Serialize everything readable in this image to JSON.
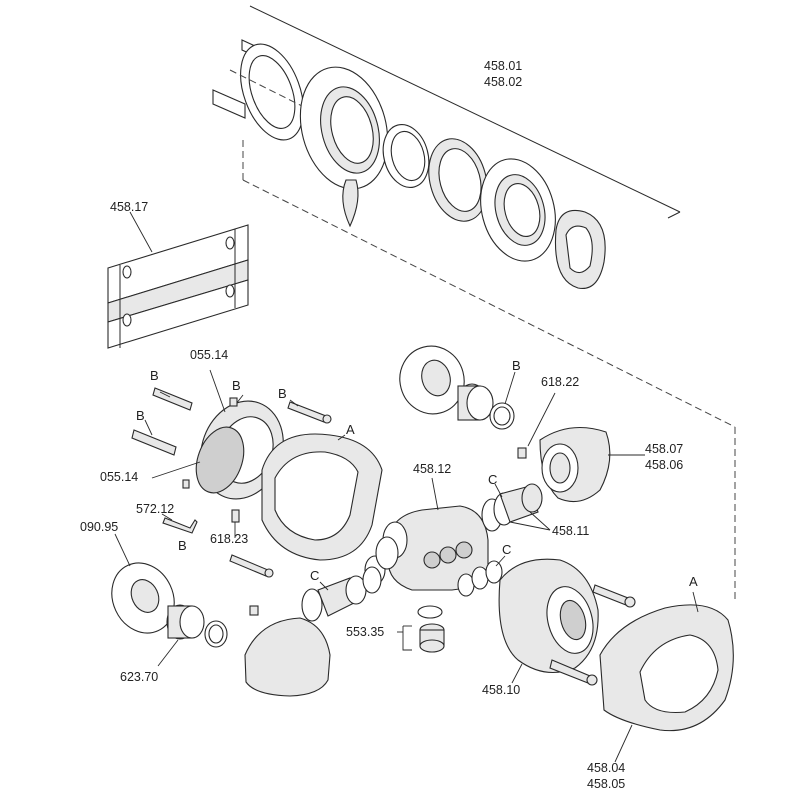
{
  "parts": {
    "p458_01": "458.01",
    "p458_02": "458.02",
    "p458_17": "458.17",
    "p055_14_top": "055.14",
    "p055_14_left": "055.14",
    "p618_22": "618.22",
    "p458_07": "458.07",
    "p458_06": "458.06",
    "p458_12": "458.12",
    "p458_11": "458.11",
    "p572_12": "572.12",
    "p090_95": "090.95",
    "p618_23": "618.23",
    "p553_35": "553.35",
    "p623_70": "623.70",
    "p458_10": "458.10",
    "p458_04": "458.04",
    "p458_05": "458.05"
  },
  "letters": {
    "b1": "B",
    "b2": "B",
    "b3": "B",
    "b4": "B",
    "b5": "B",
    "b6": "B",
    "a1": "A",
    "a2": "A",
    "c1": "C",
    "c2": "C",
    "c3": "C"
  }
}
